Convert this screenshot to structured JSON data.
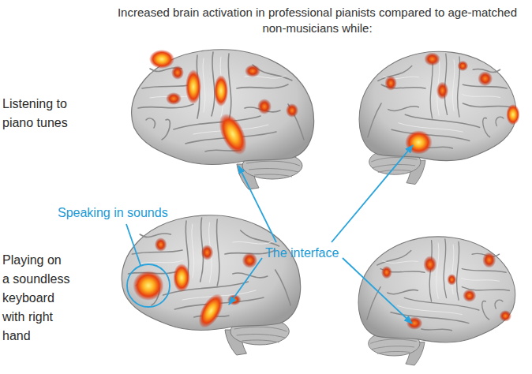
{
  "diagram": {
    "title": "Increased brain activation in professional pianists compared to age-matched non-musicians while:",
    "labels": [
      "Listening to piano tunes",
      "Speaking in sounds",
      "Playing on a soundless keyboard with right hand",
      "The interface"
    ]
  }
}
